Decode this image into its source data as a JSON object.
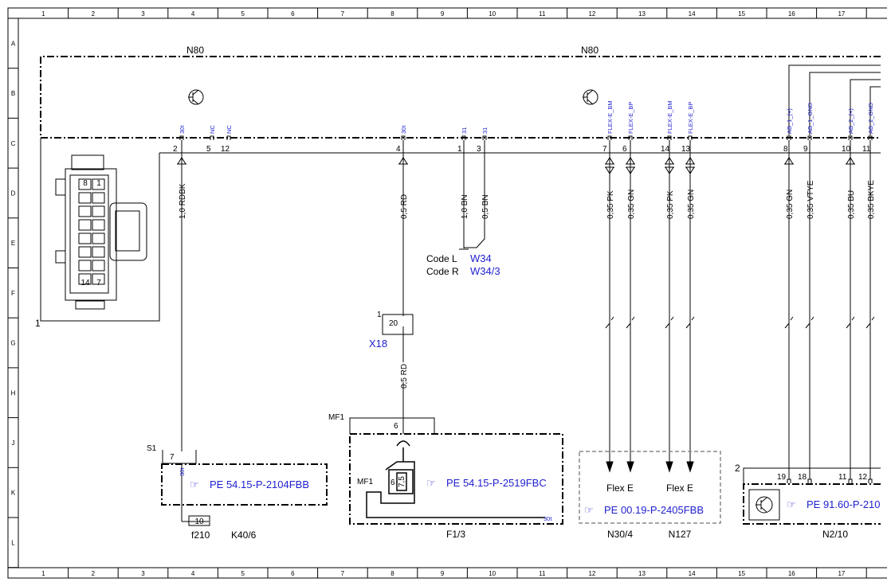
{
  "ruler_columns": [
    "1",
    "2",
    "3",
    "4",
    "5",
    "6",
    "7",
    "8",
    "9",
    "10",
    "11",
    "12",
    "13",
    "14",
    "15",
    "16",
    "17"
  ],
  "ruler_rows": [
    "A",
    "B",
    "C",
    "D",
    "E",
    "F",
    "G",
    "H",
    "J",
    "K",
    "L"
  ],
  "module_labels": [
    "N80",
    "N80"
  ],
  "pins": [
    {
      "num": "2",
      "sig": "30t",
      "wire": "1,0 RDBK"
    },
    {
      "num": "5",
      "sig": "NC",
      "wire": ""
    },
    {
      "num": "12",
      "sig": "NC",
      "wire": ""
    },
    {
      "num": "4",
      "sig": "30t",
      "wire": "0,5 RD"
    },
    {
      "num": "1",
      "sig": "31",
      "wire": "1,0 BN"
    },
    {
      "num": "3",
      "sig": "31",
      "wire": "0,5 BN"
    },
    {
      "num": "7",
      "sig": "FLEX-E_BM",
      "wire": "0,35 PK"
    },
    {
      "num": "6",
      "sig": "FLEX-E_BP",
      "wire": "0,35 GN"
    },
    {
      "num": "14",
      "sig": "FLEX-E_BM",
      "wire": "0,35 PK"
    },
    {
      "num": "13",
      "sig": "FLEX-E_BP",
      "wire": "0,35 GN"
    },
    {
      "num": "8",
      "sig": "AB_1_(+)",
      "wire": "0,35 GN"
    },
    {
      "num": "9",
      "sig": "AB_1_GND",
      "wire": "0,35 VTYE"
    },
    {
      "num": "10",
      "sig": "AB_2_(+)",
      "wire": "0,35 BU"
    },
    {
      "num": "11",
      "sig": "AB_2_GND",
      "wire": "0,35 BKYE"
    }
  ],
  "connector_pins": [
    "8",
    "1",
    "14",
    "7"
  ],
  "callout_1": "1",
  "callout_2": "2",
  "code_l_label": "Code L",
  "code_l_value": "W34",
  "code_r_label": "Code R",
  "code_r_value": "W34/3",
  "x18_pin": "20",
  "x18_callout": "1",
  "x18_label": "X18",
  "x18_wire": "0,5 RD",
  "s1_label": "S1",
  "s1_pin": "7",
  "s1_sig": "30t",
  "fuse_num": "10",
  "fuse_label": "f210",
  "k40_label": "K40/6",
  "ref_k40": "PE 54.15-P-2104FBB",
  "mf1_top": "MF1",
  "mf1_pin": "6",
  "mf1_inner": "MF1",
  "mf1_inner_pin": "6",
  "mf1_fuse": "7,5",
  "mf1_sig": "30t",
  "ref_f1": "PE 54.15-P-2519FBC",
  "f1_label": "F1/3",
  "flex1": "Flex E",
  "flex2": "Flex E",
  "ref_flex": "PE 00.19-P-2405FBB",
  "n30_label": "N30/4",
  "n127_label": "N127",
  "n2_pins": [
    "19",
    "18",
    "11",
    "12"
  ],
  "ref_n2": "PE 91.60-P-210",
  "n2_label": "N2/10"
}
